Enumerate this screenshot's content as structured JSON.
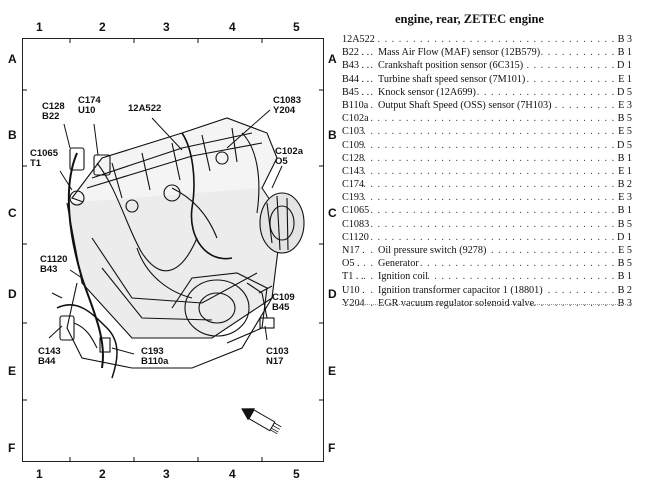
{
  "title": "engine, rear, ZETEC engine",
  "grid": {
    "columns": [
      "1",
      "2",
      "3",
      "4",
      "5"
    ],
    "rows": [
      "A",
      "B",
      "C",
      "D",
      "E",
      "F"
    ]
  },
  "callouts": {
    "c128_b22": "C128\nB22",
    "c174_u10": "C174\nU10",
    "a12a522": "12A522",
    "c1083_y204": "C1083\nY204",
    "c1065_t1": "C1065\nT1",
    "c102a_o5": "C102a\nO5",
    "c1120_b43": "C1120\nB43",
    "c109_b45": "C109\nB45",
    "c143_b44": "C143\nB44",
    "c193_b110a": "C193\nB110a",
    "c103_n17": "C103\nN17"
  },
  "legend": [
    {
      "code": "12A522",
      "desc": "",
      "grid": "B 3"
    },
    {
      "code": "B22 . .",
      "desc": "Mass Air Flow (MAF) sensor (12B579)",
      "grid": "B 1"
    },
    {
      "code": "B43 . .",
      "desc": "Crankshaft position sensor (6C315)",
      "grid": "D 1"
    },
    {
      "code": "B44 . .",
      "desc": "Turbine shaft speed sensor (7M101)",
      "grid": "E 1"
    },
    {
      "code": "B45 . .",
      "desc": "Knock sensor (12A699)",
      "grid": "D 5"
    },
    {
      "code": "B110a",
      "desc": "Output Shaft Speed (OSS) sensor (7H103)",
      "grid": "E 3"
    },
    {
      "code": "C102a",
      "desc": "",
      "grid": "B 5"
    },
    {
      "code": "C103",
      "desc": "",
      "grid": "E 5"
    },
    {
      "code": "C109",
      "desc": "",
      "grid": "D 5"
    },
    {
      "code": "C128",
      "desc": "",
      "grid": "B 1"
    },
    {
      "code": "C143",
      "desc": "",
      "grid": "E 1"
    },
    {
      "code": "C174",
      "desc": "",
      "grid": "B 2"
    },
    {
      "code": "C193",
      "desc": "",
      "grid": "E 3"
    },
    {
      "code": "C1065",
      "desc": "",
      "grid": "B 1"
    },
    {
      "code": "C1083",
      "desc": "",
      "grid": "B 5"
    },
    {
      "code": "C1120",
      "desc": "",
      "grid": "D 1"
    },
    {
      "code": "N17 .",
      "desc": "Oil pressure switch (9278)",
      "grid": "E 5"
    },
    {
      "code": "O5 .",
      "desc": "Generator",
      "grid": "B 5"
    },
    {
      "code": "T1 . .",
      "desc": "Ignition coil",
      "grid": "B 1"
    },
    {
      "code": "U10 .",
      "desc": "Ignition transformer capacitor 1 (18801)",
      "grid": "B 2"
    },
    {
      "code": "Y204",
      "desc": "EGR vacuum regulator solenoid valve",
      "grid": "B 3"
    }
  ]
}
